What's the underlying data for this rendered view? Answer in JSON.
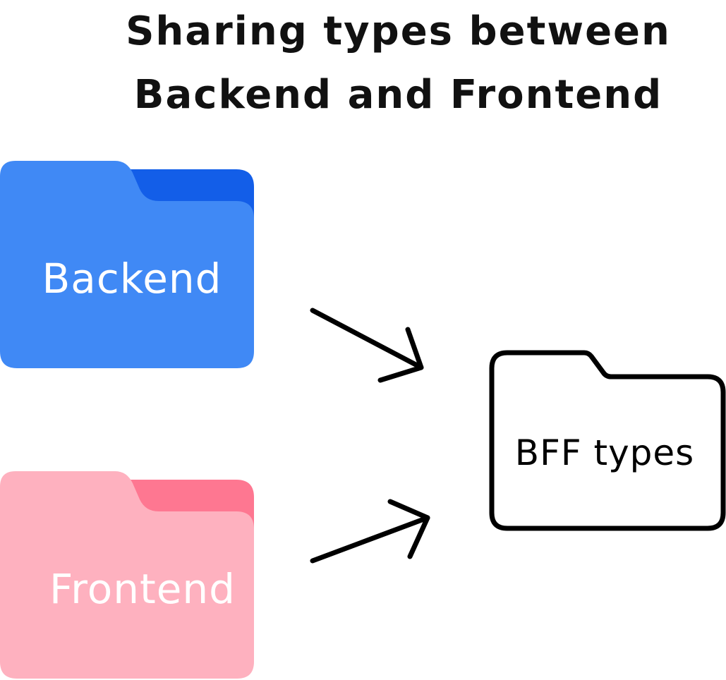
{
  "title": {
    "line1": "Sharing types between",
    "line2": "Backend and Frontend"
  },
  "folders": {
    "backend": {
      "label": "Backend",
      "color": "#4089f5",
      "tab_color": "#135ee8"
    },
    "frontend": {
      "label": "Frontend",
      "color": "#feb1bf",
      "tab_color": "#fe7791"
    },
    "bff": {
      "label": "BFF types",
      "stroke": "#000000",
      "fill": "#ffffff"
    }
  },
  "arrows": {
    "color": "#000000"
  }
}
